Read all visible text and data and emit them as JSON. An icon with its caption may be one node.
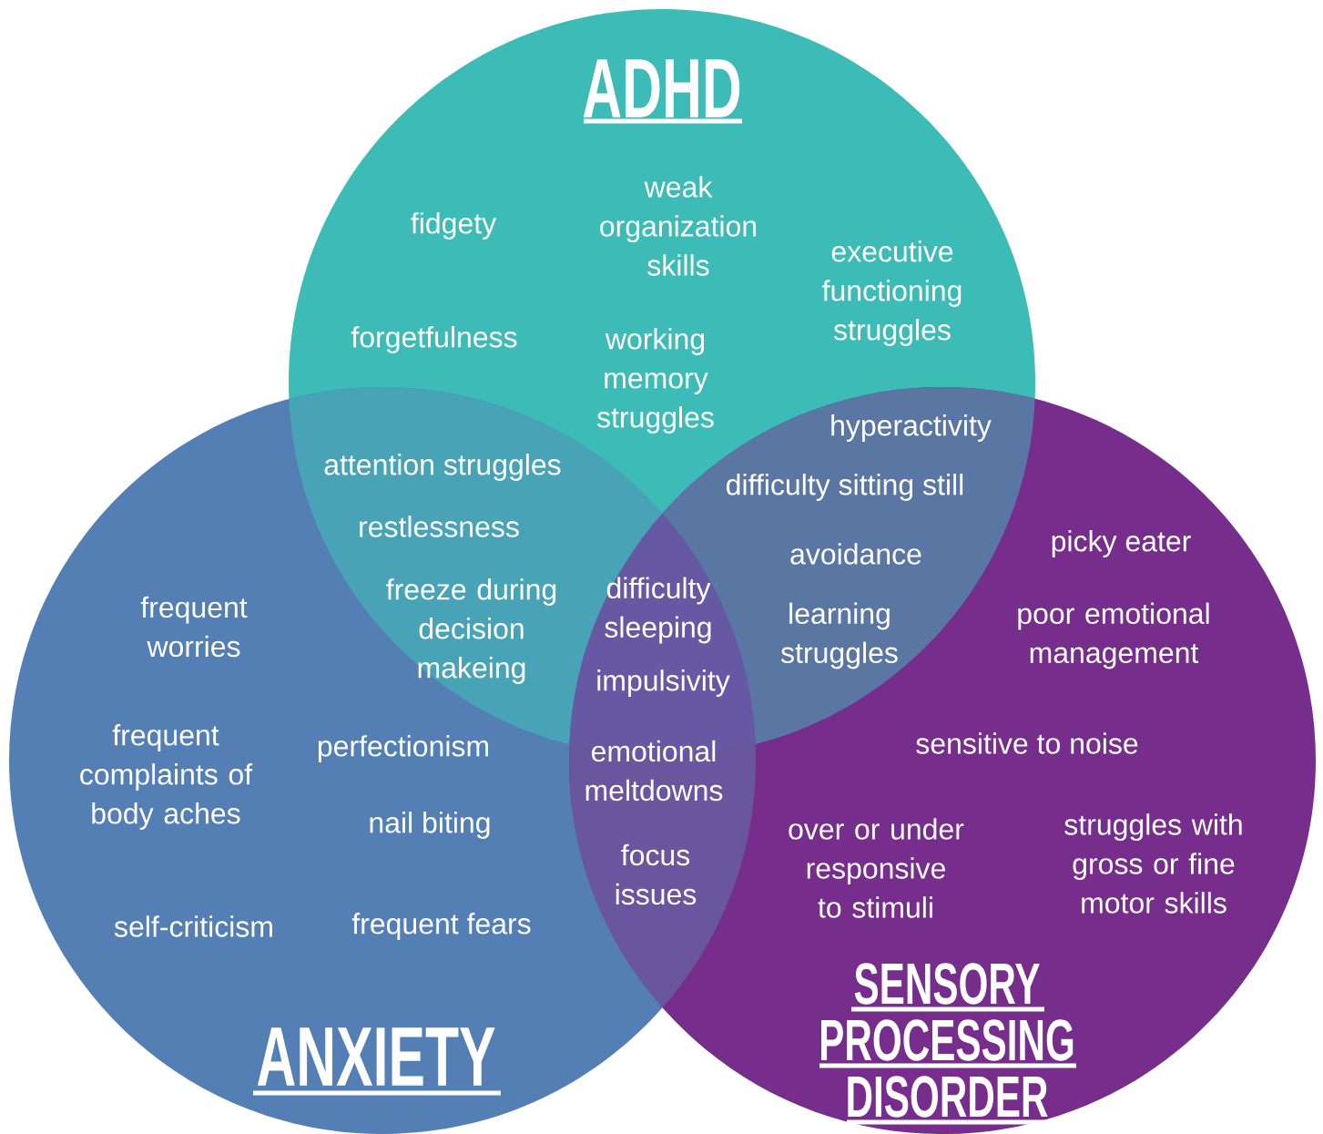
{
  "diagram": {
    "nodes": [
      {
        "text": [
          "ADHD"
        ]
      },
      {
        "text": [
          "ANXIETY"
        ]
      },
      {
        "text": [
          "SENSORY PROCESSING DISORDER"
        ]
      }
    ],
    "labels": [
      "fidgety",
      "weak organization skills",
      "executive functioning struggles",
      "forgetfulness",
      "working memory struggles",
      "hyperactivity",
      "attention struggles",
      "difficulty sitting still",
      "restlessness",
      "avoidance",
      "picky eater",
      "frequent worries",
      "freeze during decision makeing",
      "difficulty sleeping",
      "learning struggles",
      "poor emotional management",
      "impulsivity",
      "perfectionism",
      "emotional meltdowns",
      "sensitive to noise",
      "frequent complaints of body aches",
      "nail biting",
      "over or under responsive to stimuli",
      "struggles with gross or fine motor skills",
      "focus issues",
      "self-criticism",
      "frequent fears"
    ]
  }
}
